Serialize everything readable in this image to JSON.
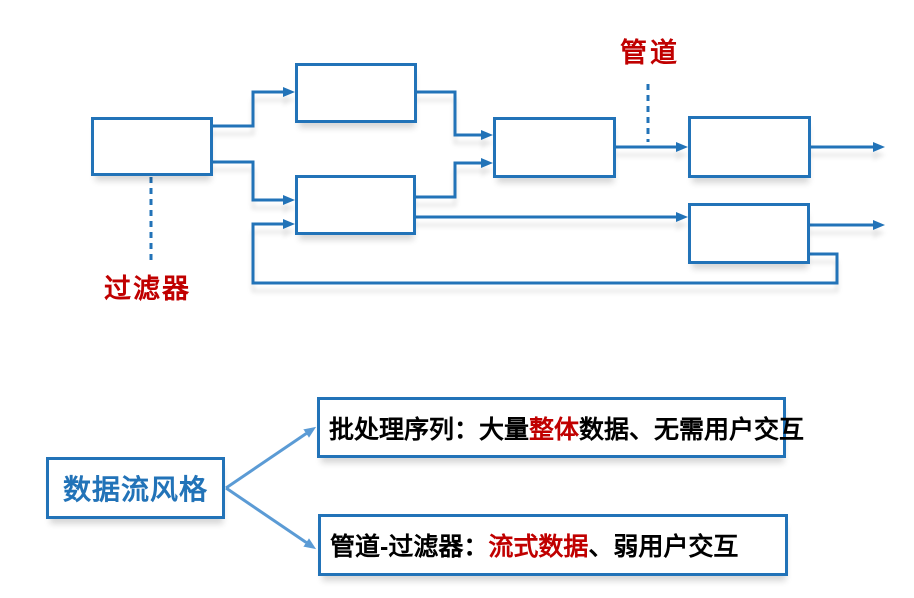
{
  "palette": {
    "diagram_blue": "#2273B8",
    "branch_arrow_blue": "#5B9BD5",
    "label_red": "#C00000",
    "text_black": "#000000",
    "background": "#FFFFFF"
  },
  "flow_diagram": {
    "filter_label": "过滤器",
    "pipe_label": "管道"
  },
  "tree_diagram": {
    "root_label": "数据流风格",
    "branches": [
      {
        "prefix": "批处理序列：大量",
        "highlight": "整体",
        "suffix": "数据、无需用户交互"
      },
      {
        "prefix": "管道-过滤器：",
        "highlight": "流式数据",
        "suffix": "、弱用户交互"
      }
    ]
  }
}
